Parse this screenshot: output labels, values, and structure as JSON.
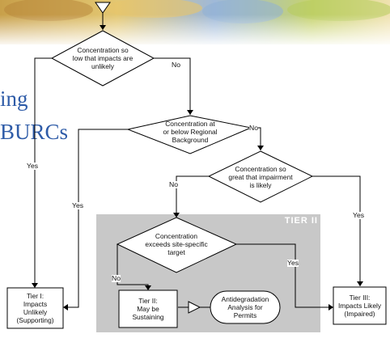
{
  "banner": {
    "colors": [
      "#c8a04a",
      "#e3c772",
      "#9fb9d9",
      "#c7d36f",
      "#f0e2b0"
    ]
  },
  "background_text": {
    "line1": "ing",
    "line2": "BURCs"
  },
  "tier2_panel": {
    "title": "TIER II",
    "color": "#c8c8c8"
  },
  "nodes": {
    "d1": "Concentration so\nlow that impacts are\nunlikely",
    "d2": "Concentration at\nor below Regional\nBackground",
    "d3": "Concentration so\ngreat that impairment\nis likely",
    "d4": "Concentration\nexceeds site-specific\ntarget",
    "tier1": "Tier I:\nImpacts\nUnlikely\n(Supporting)",
    "tier2": "Tier II:\nMay be\nSustaining",
    "antideg": "Antidegradation\nAnalysis for\nPermits",
    "tier3": "Tier III:\nImpacts Likely\n(Impaired)"
  },
  "edge_labels": {
    "d1_no": "No",
    "d1_yes": "Yes",
    "d2_no": "No",
    "d2_yes": "Yes",
    "d3_no": "No",
    "d3_yes": "Yes",
    "d4_no": "No",
    "d4_yes": "Yes"
  }
}
